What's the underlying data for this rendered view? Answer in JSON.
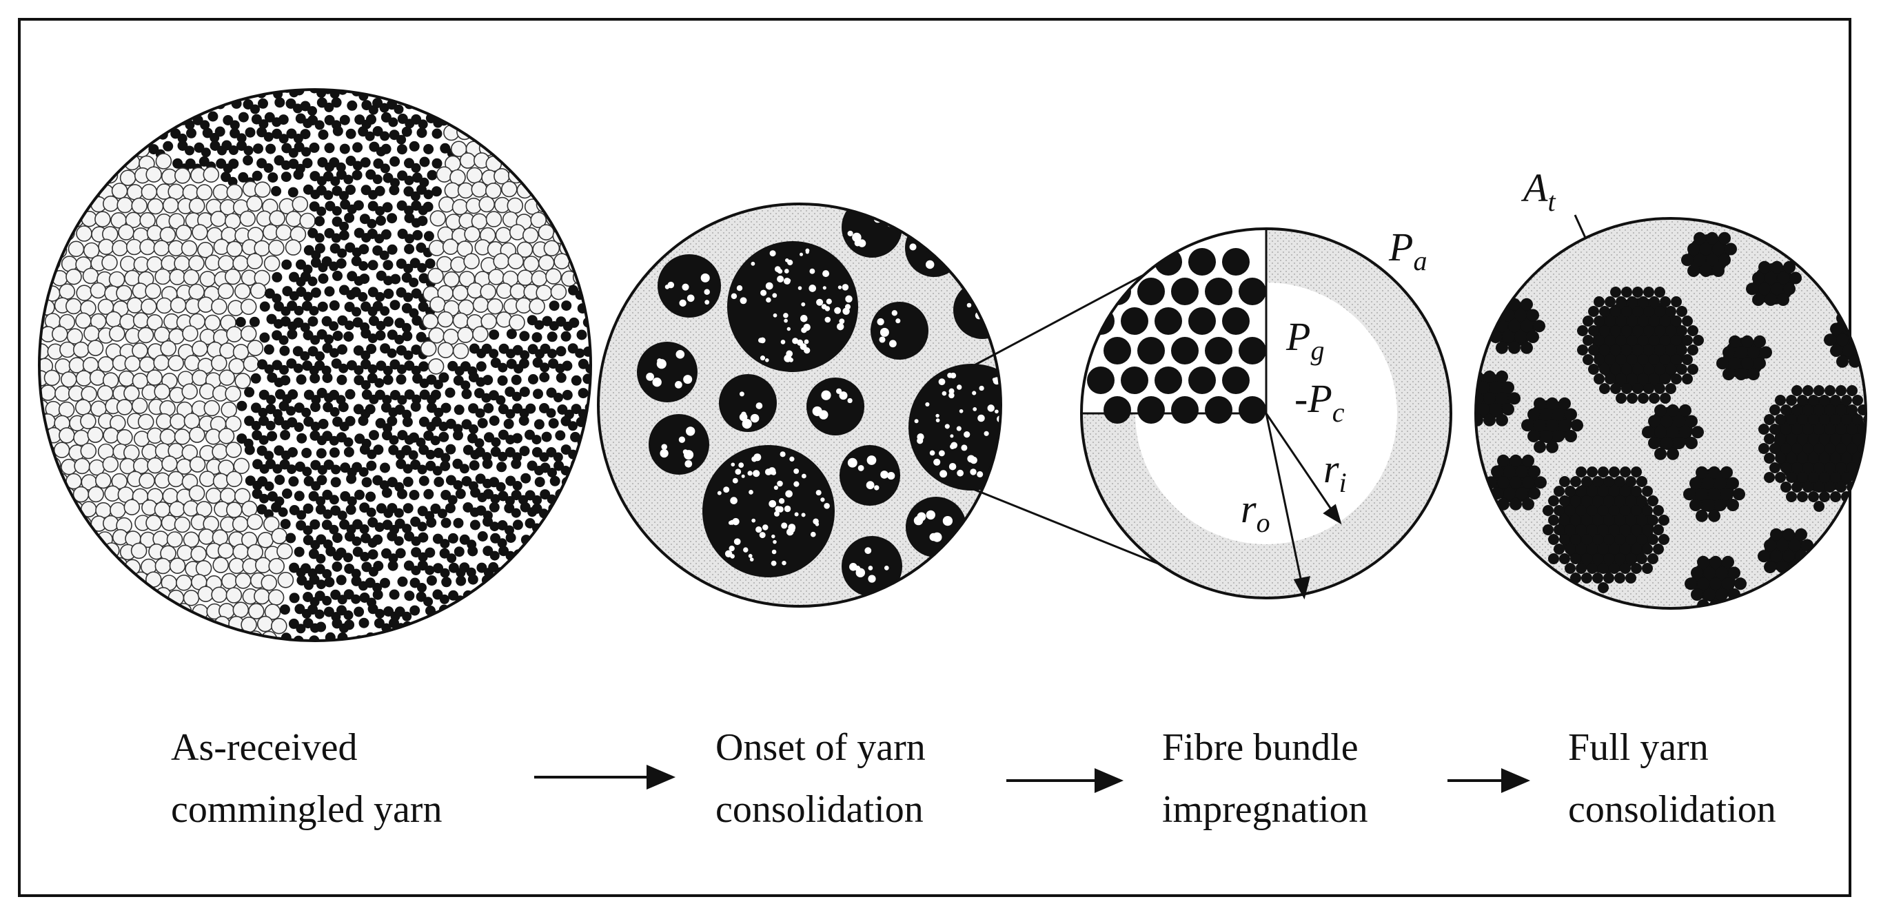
{
  "stages": [
    {
      "line1": "As-received",
      "line2": "commingled yarn"
    },
    {
      "line1": "Onset of yarn",
      "line2": "consolidation"
    },
    {
      "line1": "Fibre bundle",
      "line2": "impregnation"
    },
    {
      "line1": "Full yarn",
      "line2": "consolidation"
    }
  ],
  "symbols": {
    "Pa": {
      "base": "P",
      "sub": "a"
    },
    "Pg": {
      "base": "P",
      "sub": "g"
    },
    "Pc": {
      "base": "-P",
      "sub": "c"
    },
    "ri": {
      "base": "r",
      "sub": "i"
    },
    "ro": {
      "base": "r",
      "sub": "o"
    },
    "At": {
      "base": "A",
      "sub": "t"
    }
  },
  "colors": {
    "fibre": "#111111",
    "matrix_fill": "#e3e3e3",
    "outline": "#111111"
  }
}
